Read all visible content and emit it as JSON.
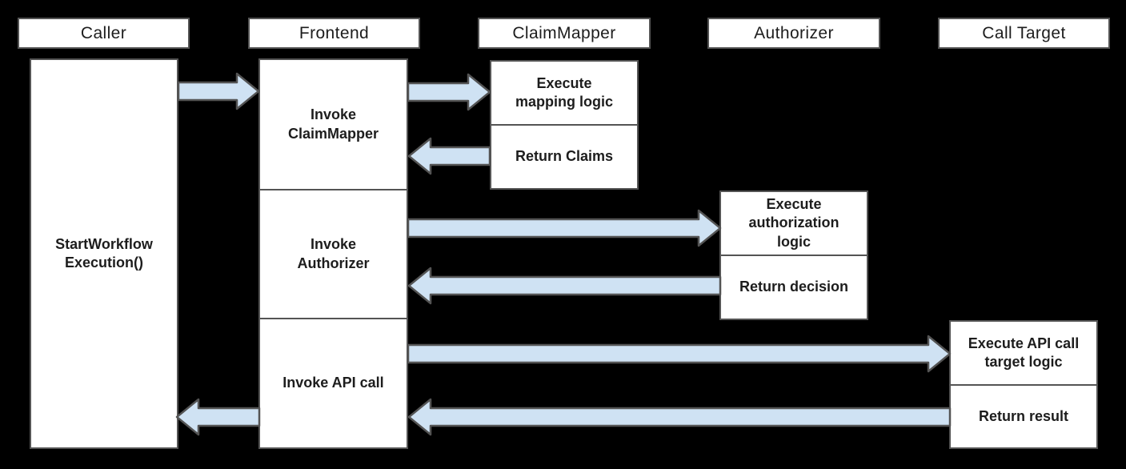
{
  "diagram": {
    "type": "sequence-diagram",
    "colors": {
      "background": "#000000",
      "box_fill": "#ffffff",
      "box_border": "#545454",
      "arrow_fill": "#cfe2f3",
      "arrow_border": "#545454",
      "text": "#1d1d1d"
    },
    "actors": {
      "caller": {
        "label": "Caller"
      },
      "frontend": {
        "label": "Frontend"
      },
      "claim_mapper": {
        "label": "ClaimMapper"
      },
      "authorizer": {
        "label": "Authorizer"
      },
      "call_target": {
        "label": "Call Target"
      }
    },
    "steps": {
      "caller_activation": "StartWorkflow\nExecution()",
      "invoke_claim_mapper": "Invoke\nClaimMapper",
      "invoke_authorizer": "Invoke\nAuthorizer",
      "invoke_api_call": "Invoke API call",
      "execute_mapping_logic": "Execute\nmapping logic",
      "return_claims": "Return Claims",
      "execute_authorization_logic": "Execute\nauthorization\nlogic",
      "return_decision": "Return decision",
      "execute_api_call_target_logic": "Execute API call\ntarget logic",
      "return_result": "Return result"
    },
    "arrows": [
      {
        "name": "caller-to-frontend",
        "direction": "right"
      },
      {
        "name": "frontend-to-claimmapper",
        "direction": "right"
      },
      {
        "name": "claimmapper-return-to-frontend",
        "direction": "left"
      },
      {
        "name": "frontend-to-authorizer",
        "direction": "right"
      },
      {
        "name": "authorizer-return-to-frontend",
        "direction": "left"
      },
      {
        "name": "frontend-to-calltarget",
        "direction": "right"
      },
      {
        "name": "calltarget-return-to-frontend",
        "direction": "left"
      },
      {
        "name": "frontend-return-to-caller",
        "direction": "left"
      }
    ]
  }
}
